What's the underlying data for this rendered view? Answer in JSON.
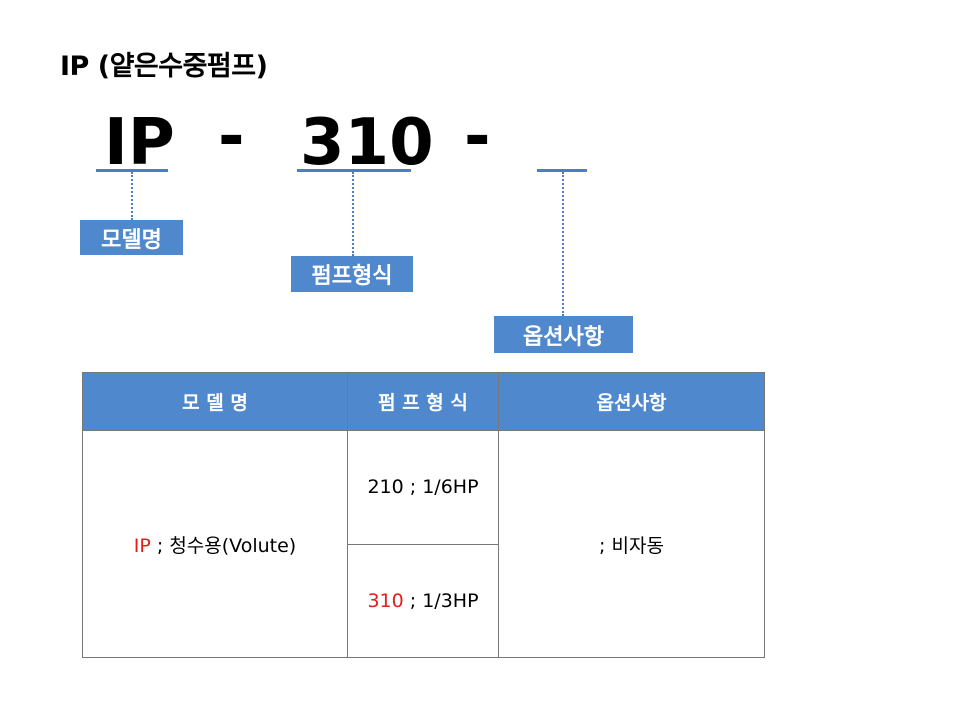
{
  "title": "IP (얕은수중펌프)",
  "code": {
    "model": "IP",
    "dash": "-",
    "pump": "310"
  },
  "labels": {
    "model": "모델명",
    "pump_type": "펌프형식",
    "options": "옵션사항"
  },
  "table": {
    "headers": [
      "모 델 명",
      "펌 프 형 식",
      "옵션사항"
    ],
    "model_code": "IP",
    "model_desc": " ; 청수용(Volute)",
    "pump_rows": [
      {
        "code": "210",
        "desc": " ; 1/6HP"
      },
      {
        "code": "310",
        "desc": " ; 1/3HP"
      }
    ],
    "option": "; 비자동"
  },
  "colors": {
    "accent": "#4f88cc",
    "highlight": "#e0201b"
  }
}
